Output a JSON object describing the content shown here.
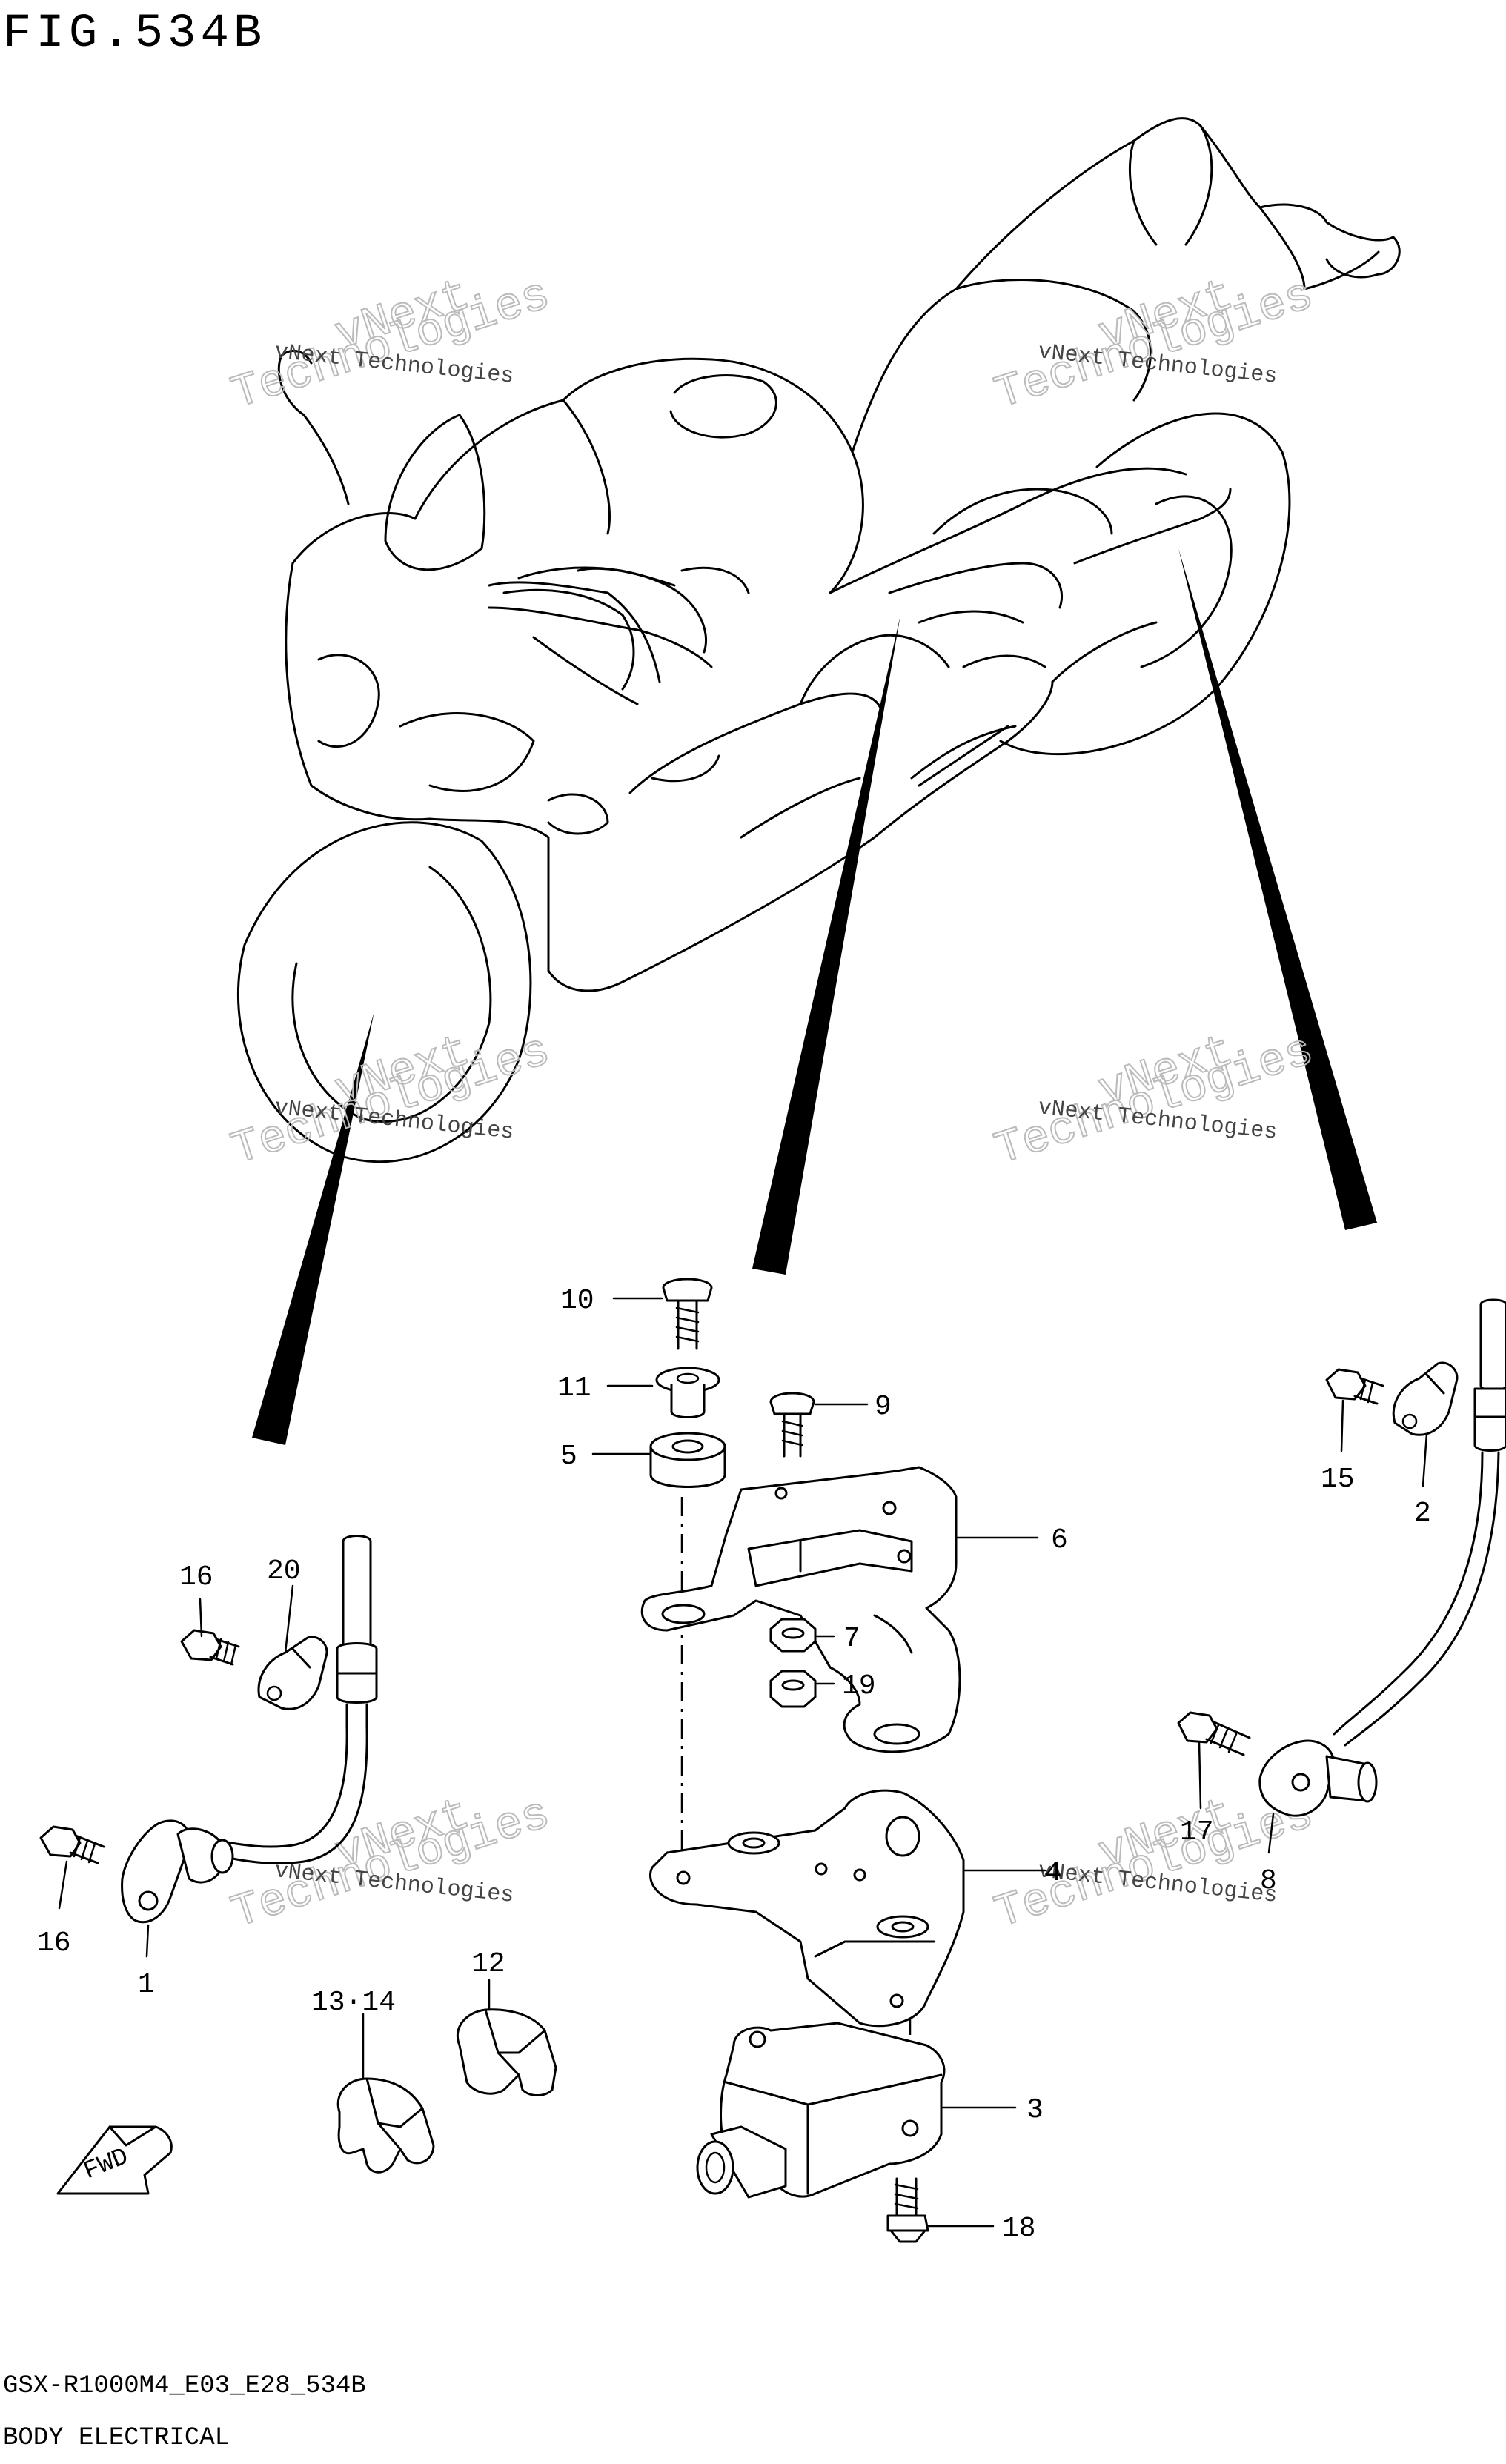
{
  "figure": {
    "title": "FIG.534B",
    "code": "GSX-R1000M4_E03_E28_534B",
    "section": "BODY ELECTRICAL"
  },
  "watermark": {
    "small": "vNext Technologies",
    "large_top": "vNext",
    "large_bottom": "Technologies"
  },
  "direction_label": "FWD",
  "parts": [
    {
      "ref": "1",
      "label": "1"
    },
    {
      "ref": "2",
      "label": "2"
    },
    {
      "ref": "3",
      "label": "3"
    },
    {
      "ref": "4",
      "label": "4"
    },
    {
      "ref": "5",
      "label": "5"
    },
    {
      "ref": "6",
      "label": "6"
    },
    {
      "ref": "7",
      "label": "7"
    },
    {
      "ref": "8",
      "label": "8"
    },
    {
      "ref": "9",
      "label": "9"
    },
    {
      "ref": "10",
      "label": "10"
    },
    {
      "ref": "11",
      "label": "11"
    },
    {
      "ref": "12",
      "label": "12"
    },
    {
      "ref": "13-14",
      "label": "13·14"
    },
    {
      "ref": "15",
      "label": "15"
    },
    {
      "ref": "16a",
      "label": "16"
    },
    {
      "ref": "16b",
      "label": "16"
    },
    {
      "ref": "17",
      "label": "17"
    },
    {
      "ref": "18",
      "label": "18"
    },
    {
      "ref": "19",
      "label": "19"
    },
    {
      "ref": "20",
      "label": "20"
    }
  ]
}
